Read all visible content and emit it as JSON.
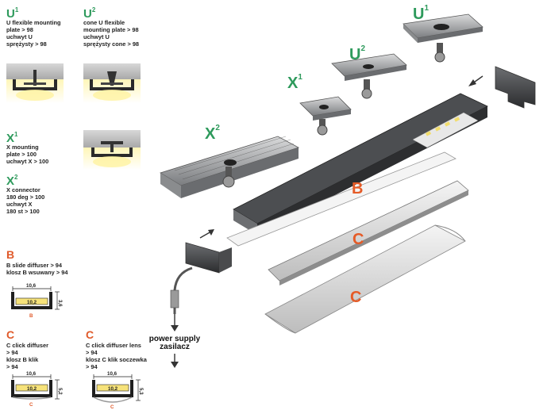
{
  "legend": {
    "u1": {
      "letter": "U",
      "sup": "1",
      "lines": [
        "U flexible mounting",
        "plate > 98",
        "uchwyt U",
        "sprężysty > 98"
      ]
    },
    "u2": {
      "letter": "U",
      "sup": "2",
      "lines": [
        "cone U flexible",
        "mounting plate > 98",
        "uchwyt U",
        "sprężysty cone > 98"
      ]
    },
    "x1": {
      "letter": "X",
      "sup": "1",
      "lines": [
        "X mounting",
        "plate > 100",
        "uchwyt X > 100"
      ]
    },
    "x2": {
      "letter": "X",
      "sup": "2",
      "lines": [
        "X connector",
        "180 deg > 100",
        "uchwyt X",
        "180 st > 100"
      ]
    },
    "b": {
      "letter": "B",
      "lines": [
        "B slide diffuser > 94",
        "klosz B wsuwany > 94"
      ]
    },
    "c1": {
      "letter": "C",
      "lines": [
        "C click diffuser",
        "> 94",
        "klosz B klik",
        "> 94"
      ]
    },
    "c2": {
      "letter": "C",
      "lines": [
        "C click diffuser lens",
        "> 94",
        "klosz C klik soczewka",
        "> 94"
      ]
    }
  },
  "profile_dims": {
    "b": {
      "outer": "10,6",
      "inner": "10,2",
      "height": "3,6",
      "mark": "B"
    },
    "c1": {
      "outer": "10,6",
      "inner": "10,2",
      "height": "5,2",
      "mark": "C"
    },
    "c2": {
      "outer": "10,6",
      "inner": "10,2",
      "height": "5,3",
      "mark": "C"
    }
  },
  "diagram": {
    "u1": {
      "letter": "U",
      "sup": "1"
    },
    "u2": {
      "letter": "U",
      "sup": "2"
    },
    "x1": {
      "letter": "X",
      "sup": "1"
    },
    "x2": {
      "letter": "X",
      "sup": "2"
    },
    "b": "B",
    "c_upper": "C",
    "c_lower": "C",
    "power_supply": [
      "power supply",
      "zasilacz"
    ]
  },
  "colors": {
    "green": "#2e9a5c",
    "orange": "#e05a2a",
    "led": "#f7e27a",
    "metal": "#8a8c8e"
  }
}
